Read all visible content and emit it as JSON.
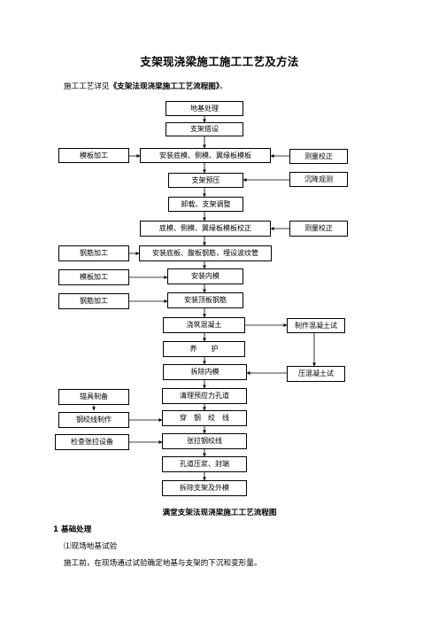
{
  "title": "支架现浇梁施工施工工艺及方法",
  "intro": {
    "prefix": "施工工艺详见",
    "ref": "《支架法现浇梁施工工艺流程图》",
    "suffix": "。"
  },
  "flow": {
    "main": {
      "b1": "地基处理",
      "b2": "支架搭设",
      "b3": "安装底模、侧模、翼缘板模板",
      "b4": "支架预压",
      "b5": "卸载、支架调整",
      "b6": "底模、侧模、翼缘板模板校正",
      "b7": "安装底板、腹板钢筋，埋设波纹管",
      "b8": "安装内模",
      "b9": "安装顶板钢筋",
      "b10": "浇筑混凝土",
      "b11": "养　　护",
      "b12": "拆除内模",
      "b13": "清理预应力孔道",
      "b14": "穿　钢　绞　线",
      "b15": "张拉钢绞线",
      "b16": "孔道压浆、封端",
      "b17": "拆除支架及外模"
    },
    "left": {
      "l1": "模板加工",
      "l2": "钢筋加工",
      "l3": "模板加工",
      "l4": "钢筋加工",
      "l5": "锚具制备",
      "l6": "钢绞线制作",
      "l7": "检查张拉设备"
    },
    "right": {
      "r1": "测量校正",
      "r2": "沉降观测",
      "r3": "测量校正",
      "r4": "制作混凝土试",
      "r5": "压混凝土试"
    }
  },
  "caption": "满堂支架法现浇梁施工工艺流程图",
  "section": {
    "heading": "1 基础处理",
    "subheading": "⑴现场地基试验",
    "paragraph": "施工前，在现场通过试验确定地基与支架的下沉和变形量。"
  }
}
